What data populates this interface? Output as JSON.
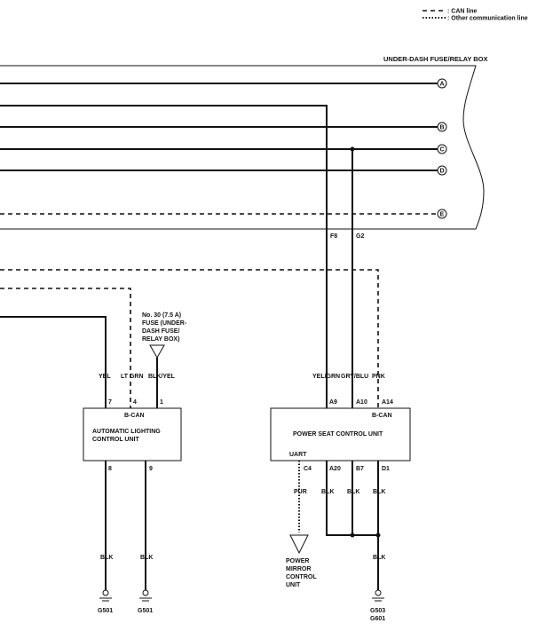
{
  "legend": {
    "can_line": ": CAN line",
    "other_line": ": Other communication line"
  },
  "fusebox": {
    "title": "UNDER-DASH FUSE/RELAY BOX",
    "connectors": [
      "A",
      "B",
      "C",
      "D",
      "E"
    ]
  },
  "pins": {
    "f8": "F8",
    "g2": "G2"
  },
  "fuse": {
    "line1": "No. 30 (7.5 A)",
    "line2": "FUSE (UNDER-",
    "line3": "DASH FUSE/",
    "line4": "RELAY BOX)"
  },
  "alcu": {
    "name_line1": "AUTOMATIC LIGHTING",
    "name_line2": "CONTROL UNIT",
    "bus": "B-CAN",
    "top_wires": [
      {
        "color": "YEL",
        "pin": "7"
      },
      {
        "color": "LT GRN",
        "pin": "4"
      },
      {
        "color": "BLK/YEL",
        "pin": "1"
      }
    ],
    "bottom_pins": [
      "8",
      "9"
    ],
    "bottom_wire_colors": [
      "BLK",
      "BLK"
    ],
    "grounds": [
      "G501",
      "G501"
    ]
  },
  "pscu": {
    "name": "POWER SEAT CONTROL UNIT",
    "bus": "B-CAN",
    "uart": "UART",
    "top_wires": [
      {
        "color": "YEL/GRN",
        "pin": "A9"
      },
      {
        "color": "GRY/BLU",
        "pin": "A10"
      },
      {
        "color": "PNK",
        "pin": "A14"
      }
    ],
    "bottom_pins": [
      "C4",
      "A20",
      "B7",
      "D1"
    ],
    "bottom_wire_colors": [
      "PUR",
      "BLK",
      "BLK",
      "BLK"
    ],
    "lower_ground_color": "BLK",
    "ground_line1": "G503",
    "ground_line2": "G601"
  },
  "mirror_unit": {
    "line1": "POWER",
    "line2": "MIRROR",
    "line3": "CONTROL",
    "line4": "UNIT"
  }
}
